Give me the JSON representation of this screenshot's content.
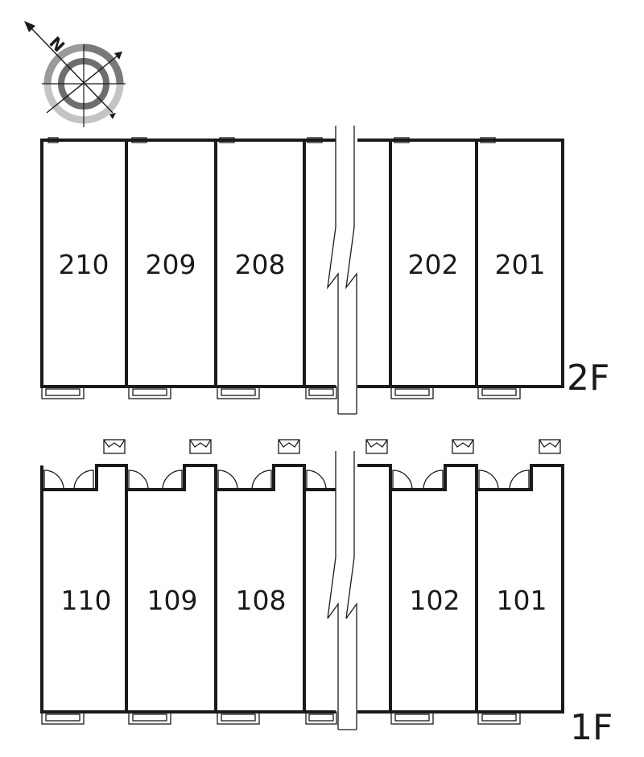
{
  "compass": {
    "north_label": "N"
  },
  "floors": [
    {
      "id": "2F",
      "label": "2F",
      "rooms": [
        "210",
        "209",
        "208",
        "202",
        "201"
      ]
    },
    {
      "id": "1F",
      "label": "1F",
      "rooms": [
        "110",
        "109",
        "108",
        "102",
        "101"
      ]
    }
  ]
}
